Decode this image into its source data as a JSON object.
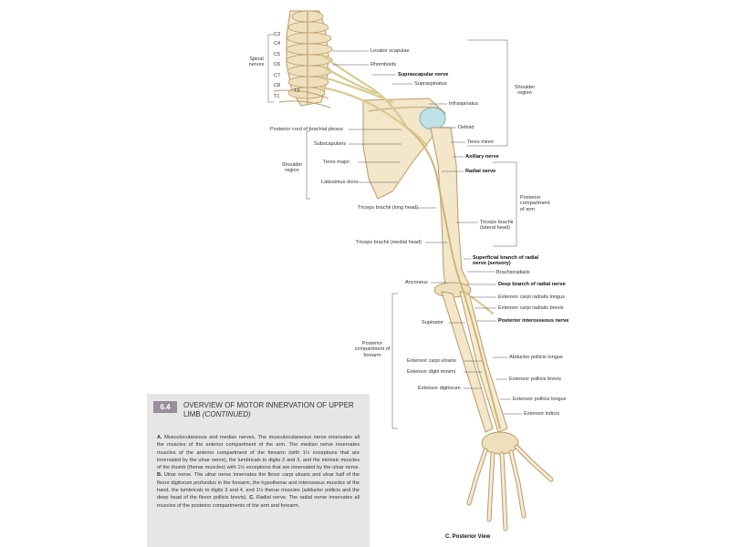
{
  "figure": {
    "spinal_levels": [
      "C3",
      "C4",
      "C5",
      "C6",
      "C7",
      "C8",
      "T1",
      "T2"
    ],
    "labels": {
      "spinal_nerves": "Spinal nerves",
      "levator_scapulae": "Levator scapulae",
      "rhomboids": "Rhomboids",
      "suprascapular_nerve": "Suprascapular nerve",
      "supraspinatus": "Supraspinatus",
      "infraspinatus": "Infraspinatus",
      "shoulder_region_right": "Shoulder region",
      "posterior_cord": "Posterior cord of brachial plexus",
      "deltoid": "Deltoid",
      "subscapularis": "Subscapularis",
      "teres_minor": "Teres minor",
      "axillary_nerve": "Axillary nerve",
      "teres_major": "Teres major",
      "shoulder_region_left": "Shoulder region",
      "radial_nerve": "Radial nerve",
      "latissimus_dorsi": "Latissimus dorsi",
      "posterior_compartment_arm": "Posterior compartment of arm",
      "triceps_long": "Triceps brachii (long head)",
      "triceps_lateral": "Triceps brachii (lateral head)",
      "triceps_medial": "Triceps brachii (medial head)",
      "superficial_branch": "Superficial branch of radial nerve (sensory)",
      "brachioradialis": "Brachioradialis",
      "anconeus": "Anconeus",
      "deep_branch": "Deep branch of radial nerve",
      "ecr_longus": "Extensor carpi radialis longus",
      "ecr_brevis": "Extensor carpi radialis brevis",
      "supinator": "Supinator",
      "posterior_interosseous": "Posterior interosseous nerve",
      "posterior_compartment_forearm": "Posterior compartment of forearm",
      "abductor_pollicis_longus": "Abductor pollicis longus",
      "extensor_carpi_ulnaris": "Extensor carpi ulnaris",
      "extensor_digiti_minimi": "Extensor digiti minimi",
      "extensor_pollicis_brevis": "Extensor pollicis brevis",
      "extensor_digitorum": "Extensor digitorum",
      "extensor_pollicis_longus": "Extensor pollicis longus",
      "extensor_indicis": "Extensor indicis",
      "view_caption": "C. Posterior View"
    }
  },
  "panel": {
    "badge": "6.4",
    "title": "Overview of Motor Innervation of Upper Limb",
    "subtitle": "(continued)",
    "body_a_label": "A.",
    "body_a_text": "Musculocutaneous and median nerves. The musculocutaneous nerve innervates all the muscles of the anterior compartment of the arm. The median nerve innervates muscles of the anterior compartment of the forearm (with 1½ exceptions that are innervated by the ulnar nerve), the lumbricals to digits 2 and 3, and the intrinsic muscles of the thumb (thenar muscles) with 1½ exceptions that are innervated by the ulnar nerve.",
    "body_b_label": "B.",
    "body_b_text": "Ulnar nerve. The ulnar nerve innervates the flexor carpi ulnaris and ulnar half of the flexor digitorum profundus in the forearm, the hypothenar and interosseus muscles of the hand, the lumbricals to digits 3 and 4, and 1½ thenar muscles (adductor pollicis and the deep head of the flexor pollicis brevis).",
    "body_c_label": "C.",
    "body_c_text": "Radial nerve. The radial nerve innervates all muscles of the posterior compartments of the arm and forearm."
  },
  "colors": {
    "bone": "#f3e6c9",
    "bone_outline": "#b89a6a",
    "nerve": "#d9c98e",
    "nerve_outline": "#a89048",
    "joint": "#bfe2e6",
    "leader": "#555555",
    "panel_bg": "#e6e6e6",
    "badge": "#9a8e9c"
  }
}
